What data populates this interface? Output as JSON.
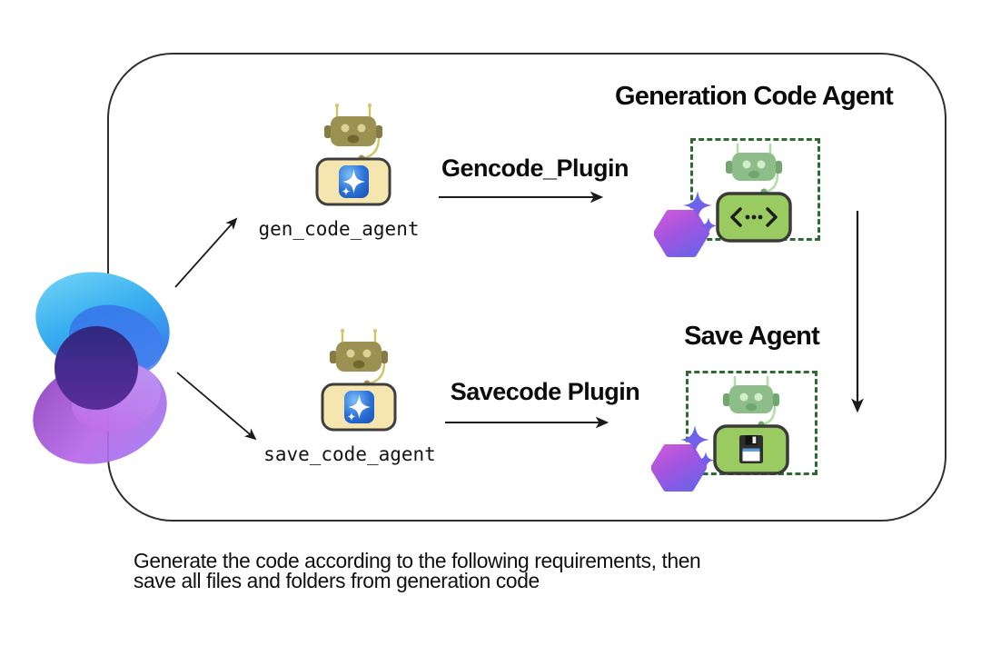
{
  "logo": {
    "name": "semantic-kernel-logo"
  },
  "top_flow": {
    "agent_label": "gen_code_agent",
    "plugin_label": "Gencode_Plugin",
    "agent_title": "Generation Code Agent",
    "agent_icon": "robot-assistant-icon",
    "target_icon": "code-robot-icon",
    "badge_icon": "hexagon-sparkles-icon"
  },
  "bottom_flow": {
    "agent_label": "save_code_agent",
    "plugin_label": "Savecode Plugin",
    "agent_title": "Save Agent",
    "agent_icon": "robot-assistant-icon",
    "target_icon": "save-robot-icon",
    "badge_icon": "hexagon-sparkles-icon"
  },
  "caption": {
    "line1": "Generate the code according to the following requirements, then",
    "line2": "save all files and folders from generation code"
  },
  "colors": {
    "frame_border": "#2f2f2f",
    "arrow": "#1a1a1a",
    "dashed_green": "#2d6b33",
    "agent_box_green": "#9acb60",
    "robot_green": "#8dbd88",
    "robot_khaki": "#9b9252",
    "agent_body_cream": "#f4e6ae",
    "sparkle_square_blue": "#2a6fd6",
    "hexagon_magenta": "#cb59db",
    "hexagon_violet": "#6e62e8",
    "star_blue": "#4a72f2",
    "logo_cyan": "#56ccf2",
    "logo_blue": "#2f80ed",
    "logo_purple": "#b868ea",
    "logo_dark": "#2e2a80"
  }
}
